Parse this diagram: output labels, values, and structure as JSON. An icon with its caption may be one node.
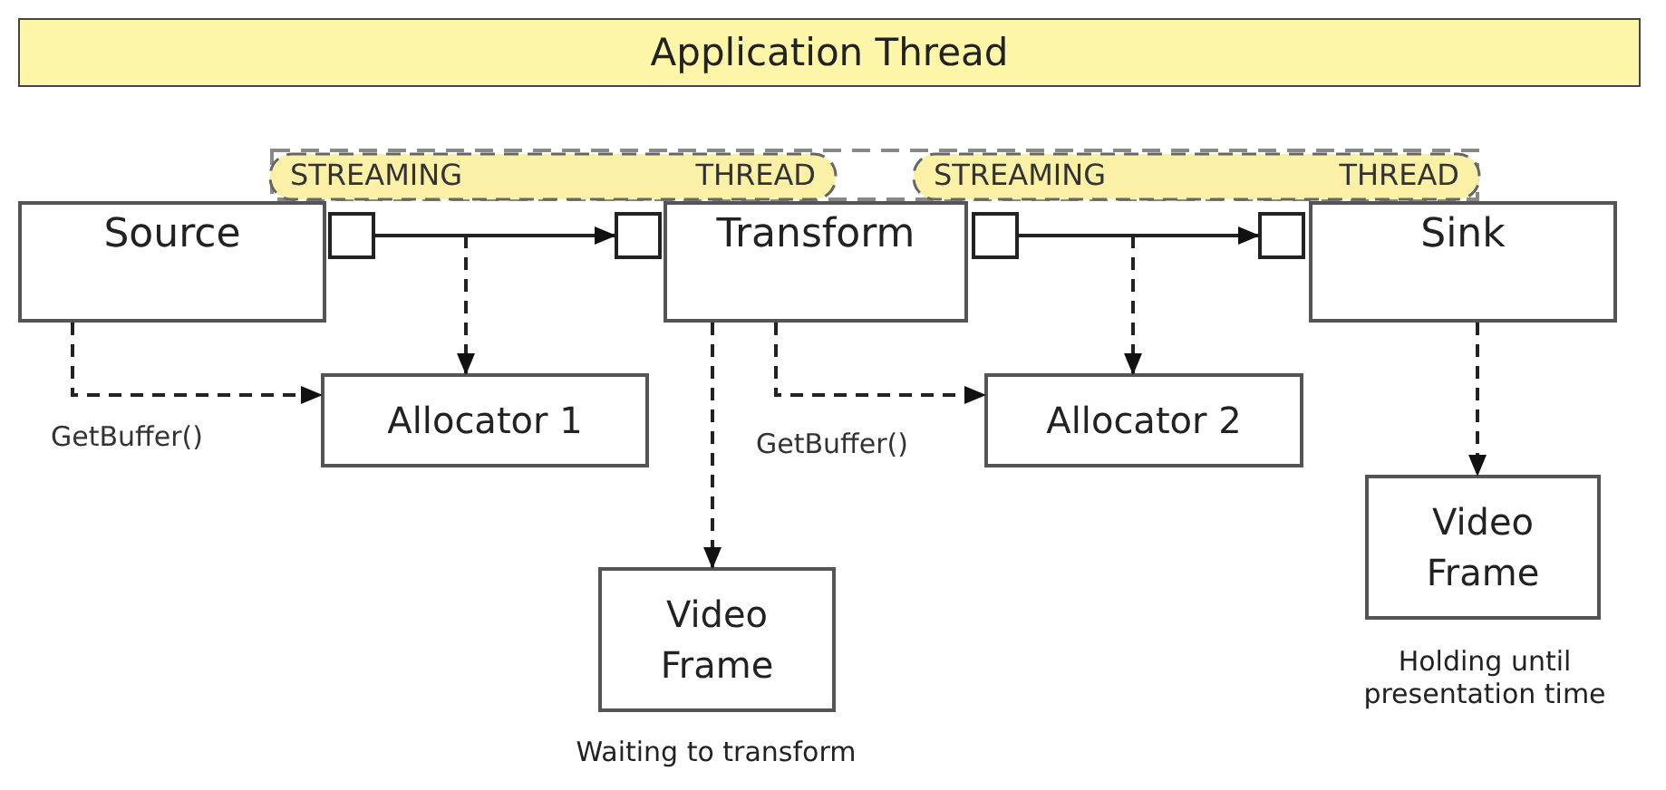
{
  "diagram": {
    "nodes": [
      {
        "text": [
          "Application Thread"
        ]
      },
      {
        "text": [
          "Source"
        ]
      },
      {
        "text": [
          "STREAMING",
          "THREAD"
        ]
      },
      {
        "text": [
          "Transform"
        ]
      },
      {
        "text": [
          "STREAMING",
          "THREAD"
        ]
      },
      {
        "text": [
          "Sink"
        ]
      },
      {
        "text": [],
        "shape": "box"
      },
      {
        "text": [],
        "shape": "box"
      },
      {
        "text": [],
        "shape": "box"
      },
      {
        "text": [],
        "shape": "box"
      },
      {
        "text": [
          "Allocator 1"
        ]
      },
      {
        "text": [
          "Allocator 2"
        ]
      },
      {
        "text": [
          "Video Frame"
        ],
        "beside": [
          "Waiting to transform"
        ]
      },
      {
        "text": [
          "Video Frame"
        ],
        "beside": [
          "Holding until presentation time"
        ]
      }
    ],
    "edges": [
      {
        "from": 6,
        "to": 7,
        "arrow": "to"
      },
      {
        "from": null,
        "to": 10,
        "arrow": "to",
        "style": "dashed"
      },
      {
        "from": 1,
        "to": 10,
        "arrow": "to",
        "style": "dashed",
        "label": "GetBuffer()"
      },
      {
        "from": 3,
        "to": 12,
        "arrow": "to",
        "style": "dashed"
      },
      {
        "from": 3,
        "to": 11,
        "arrow": "to",
        "style": "dashed",
        "label": "GetBuffer()"
      },
      {
        "from": 8,
        "to": 9,
        "arrow": "to"
      },
      {
        "from": null,
        "to": 11,
        "arrow": "to",
        "style": "dashed"
      },
      {
        "from": 5,
        "to": 13,
        "arrow": "to",
        "style": "dashed"
      }
    ]
  }
}
